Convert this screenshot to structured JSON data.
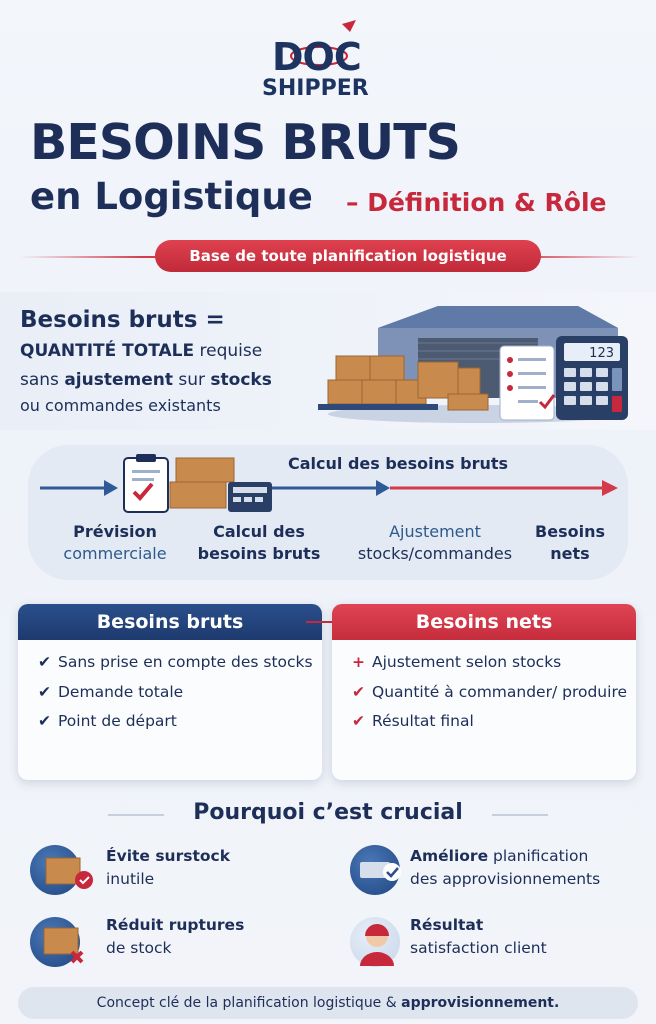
{
  "brand": {
    "line1": "DOC",
    "line2": "SHIPPER"
  },
  "title": {
    "line1": "BESOINS BRUTS",
    "line2": "en Logistique",
    "dash": "–",
    "line3": "Définition & Rôle",
    "subtitle": "Base de toute planification logistique"
  },
  "definition": {
    "line1": "Besoins bruts =",
    "line2_bold": "QUANTITÉ TOTALE",
    "line2_rest": " requise",
    "line3_a": "sans ",
    "line3_b": "ajustement",
    "line3_c": " sur ",
    "line3_d": "stocks",
    "line4": "ou commandes existants",
    "calculator_display": "123"
  },
  "process": {
    "title": "Calcul des besoins bruts",
    "steps": [
      {
        "line1": "Prévision",
        "line2": "commerciale"
      },
      {
        "line1": "Calcul des",
        "line2": "besoins bruts"
      },
      {
        "line1": "Ajustement",
        "line2": "stocks/commandes"
      },
      {
        "line1": "Besoins",
        "line2": "nets"
      }
    ]
  },
  "compare": {
    "gross": {
      "title": "Besoins bruts",
      "items": [
        {
          "mark": "✔",
          "text": "Sans prise en compte des stocks"
        },
        {
          "mark": "✔",
          "text": "Demande totale"
        },
        {
          "mark": "✔",
          "text": "Point de départ"
        }
      ]
    },
    "net": {
      "title": "Besoins nets",
      "items": [
        {
          "mark": "+",
          "text": "Ajustement selon stocks"
        },
        {
          "mark": "✔",
          "text": "Quantité à commander/ produire"
        },
        {
          "mark": "✔",
          "text": "Résultat final"
        }
      ]
    }
  },
  "why": {
    "title": "Pourquoi c’est crucial",
    "items": [
      {
        "bold": "Évite surstock",
        "rest": "inutile",
        "icon": "box-check-icon"
      },
      {
        "bold": "Améliore",
        "rest_inline": " planification",
        "rest": "des approvisionnements",
        "icon": "truck-check-icon"
      },
      {
        "bold": "Réduit ruptures",
        "rest": "de stock",
        "icon": "box-cross-icon"
      },
      {
        "bold": "Résultat",
        "rest": "satisfaction client",
        "icon": "customer-icon"
      }
    ]
  },
  "footer": {
    "text": "Concept clé de la planification logistique & ",
    "bold": "approvisionnement."
  },
  "colors": {
    "navy": "#1d2f58",
    "red": "#c7283c",
    "blue": "#2b4f8c"
  }
}
